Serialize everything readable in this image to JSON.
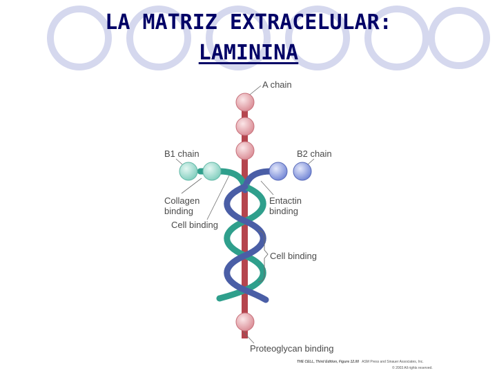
{
  "slide": {
    "title_line1": "LA MATRIZ EXTRACELULAR:",
    "title_line2": "LAMININA"
  },
  "diagram": {
    "labels": {
      "a_chain": "A chain",
      "b1_chain": "B1 chain",
      "b2_chain": "B2 chain",
      "collagen_1": "Collagen",
      "collagen_2": "binding",
      "cell_binding_left": "Cell binding",
      "entactin_1": "Entactin",
      "entactin_2": "binding",
      "cell_binding_right": "Cell binding",
      "proteoglycan": "Proteoglycan binding"
    },
    "credit": {
      "line1_source": "THE CELL, Third Edition, Figure 12.00",
      "line1_publisher": "ASM Press and Sinauer Associates, Inc.",
      "line2": "© 2003 All rights reserved."
    },
    "colors": {
      "a_chain": "#b5454e",
      "a_domain": "#e6a7ad",
      "b1_chain": "#2f9f8c",
      "b1_domain": "#8fd6c8",
      "b2_chain": "#4a5ea6",
      "b2_domain": "#7c8fd9",
      "title": "#000066",
      "ring": "#d5d8ee"
    }
  }
}
